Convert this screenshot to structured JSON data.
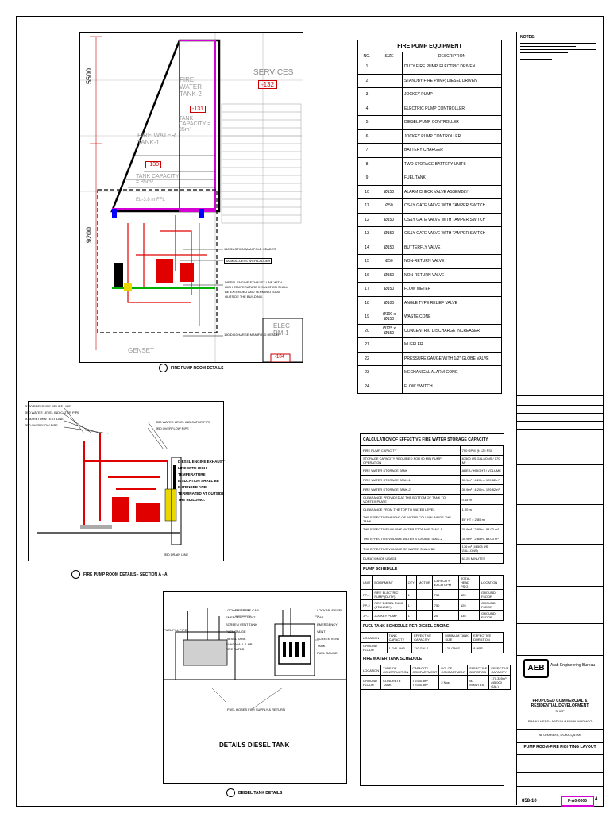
{
  "fire_pump_equipment": {
    "title": "FIRE PUMP EQUIPMENT",
    "headers": [
      "NO.",
      "SIZE",
      "DESCRIPTION"
    ],
    "rows": [
      [
        "1",
        "",
        "DUTY FIRE PUMP, ELECTRIC DRIVEN"
      ],
      [
        "2",
        "",
        "STANDBY FIRE PUMP, DIESEL DRIVEN"
      ],
      [
        "3",
        "",
        "JOCKEY PUMP"
      ],
      [
        "4",
        "",
        "ELECTRIC PUMP CONTROLLER"
      ],
      [
        "5",
        "",
        "DIESEL PUMP CONTROLLER"
      ],
      [
        "6",
        "",
        "JOCKEY PUMP CONTROLLER"
      ],
      [
        "7",
        "",
        "BATTERY CHARGER"
      ],
      [
        "8",
        "",
        "TWO STORAGE BATTERY UNITS"
      ],
      [
        "9",
        "",
        "FUEL TANK"
      ],
      [
        "10",
        "Ø150",
        "ALARM CHECK VALVE ASSEMBLY"
      ],
      [
        "11",
        "Ø50",
        "OS&Y GATE VALVE WITH TAMPER SWITCH"
      ],
      [
        "12",
        "Ø150",
        "OS&Y GATE VALVE WITH TAMPER SWITCH"
      ],
      [
        "13",
        "Ø150",
        "OS&Y GATE VALVE WITH TAMPER SWITCH"
      ],
      [
        "14",
        "Ø150",
        "BUTTERFLY VALVE"
      ],
      [
        "15",
        "Ø50",
        "NON-RETURN VALVE"
      ],
      [
        "16",
        "Ø150",
        "NON-RETURN VALVE"
      ],
      [
        "17",
        "Ø150",
        "FLOW METER"
      ],
      [
        "18",
        "Ø100",
        "ANGLE TYPE RELIEF VALVE"
      ],
      [
        "19",
        "Ø100 x Ø150",
        "WASTE CONE"
      ],
      [
        "20",
        "Ø125 x Ø150",
        "CONCENTRIC DISCHARGE INCREASER"
      ],
      [
        "21",
        "",
        "MUFFLER"
      ],
      [
        "22",
        "",
        "PRESSURE GAUGE WITH 1/2\" GLOBE VALVE"
      ],
      [
        "23",
        "",
        "MECHANICAL ALARM GONG"
      ],
      [
        "24",
        "",
        "FLOW SWITCH"
      ]
    ]
  },
  "plan": {
    "dim_top": "5500",
    "dim_mid": "9200",
    "services": "SERVICES",
    "services_tag": "-132",
    "tank2": "FIRE WATER TANK-2",
    "tank2_tag": "-131",
    "tank2_cap": "TANK CAPACITY = 85m³",
    "tank1": "FIRE WATER TANK-1",
    "tank1_tag": "-130",
    "tank1_cap": "TANK CAPACITY = 85m³",
    "tank1_el": "EL-3.8 m FFL",
    "elec": "ELEC RM-1",
    "elec_tag": "-104",
    "genset": "GENSET",
    "note_manifold": "150 SUCTION MANIFOLD HEADER",
    "note_ladder": "TANK ACCESS WITH LADDER",
    "note_exhaust": "DIESEL ENGINE EXHAUST LINE WITH HIGH TEMPERATURE INSULATION SHALL BE EXTENDED AND TERMINATED AT OUTSIDE THE BUILDING.",
    "note_discharge": "150 DISCHARGE MANIFOLD HEADER",
    "caption": "FIRE PUMP ROOM DETAILS"
  },
  "section": {
    "labels": [
      "Ø150 PRESSURE RELIEF LINE",
      "Ø50 WATER LEVEL INDICATOR PIPE",
      "Ø150 RETURN TEST LINE",
      "Ø50 OVERFLOW PIPE"
    ],
    "labels_right": [
      "Ø50 WATER LEVEL INDICATOR PIPE",
      "Ø50 OVERFLOW PIPE"
    ],
    "note": "DIESEL ENGINE EXHAUST LINE WITH HIGH TEMPERATURE INSULATION SHALL BE EXTENDED AND TERMINATED AT OUTSIDE THE BUILDING.",
    "drain": "Ø50 DRAIN LINE",
    "caption": "FIRE PUMP ROOM DETAILS - SECTION A - A"
  },
  "diesel_tank": {
    "labels_left": [
      "FUEL FILL PIPE",
      "FUEL HOSES FOR SUPPLY & RETURN"
    ],
    "labels_right": [
      "LOCKABLE FUEL CAP",
      "EMERGENCY VENT",
      "SCREEN VENT TANK",
      "FUEL GAUGE",
      "DIESEL TANK",
      "BUND WALL 2-HR FIRE RATED"
    ],
    "title": "DETAILS DIESEL TANK",
    "caption": "DEISEL TANK DETAILS"
  },
  "calc": {
    "title": "CALCULATION OF EFFECTIVE FIRE WATER STORAGE CAPACITY",
    "rows": [
      [
        "FIRE PUMP CAPACITY",
        "750 GPM @ 125 PSI"
      ],
      [
        "STORAGE CAPACITY REQUIRED FOR 90 MIN PUMP OPERATION",
        "67500 US GALLONS / 170 M³"
      ],
      [
        "FIRE WATER STORAGE TANK",
        "AREA / HEIGHT / VOLUME"
      ],
      [
        "FIRE WATER STORAGE TANK-1",
        "30.9m² / 4.20m / 129.82m³"
      ],
      [
        "FIRE WATER STORAGE TANK-2",
        "30.9m² / 4.20m / 129.82m³"
      ],
      [
        "CLEARANCE PROVIDED AT THE BOTTOM OF TANK TO VORTEX PLATE",
        "0.15 m"
      ],
      [
        "CLEARANCE FROM THE TOP TO WATER LEVEL",
        "1.20 m"
      ],
      [
        "THE EFFECTIVE HEIGHT OF WATER COLUMN INSIDE THE TANK",
        "EF HT = 2.85 m"
      ],
      [
        "THE EFFECTIVE VOLUME WATER STORAGE TANK-1",
        "30.9m² / 2.85m / 88.03 m³"
      ],
      [
        "THE EFFECTIVE VOLUME WATER STORAGE TANK-2",
        "30.9m² / 2.85m / 88.03 m³"
      ],
      [
        "THE EFFECTIVE VOLUME OF WATER SHALL BE",
        "176 m³ (46508 US GALLONS)"
      ],
      [
        "DURATION OF USAGE",
        "61.25 MINUTES"
      ]
    ],
    "pump_title": "PUMP SCHEDULE",
    "pump_headers": [
      "UNIT",
      "EQUIPMENT",
      "QTY",
      "MOTOR",
      "CAPACITY EACH GPM",
      "TOTAL HEAD PSIG",
      "LOCATION"
    ],
    "pump_rows": [
      [
        "FP-1",
        "FIRE ELECTRIC PUMP (DUTY)",
        "1",
        "750",
        "125",
        "GROUND FLOOR"
      ],
      [
        "FP-2",
        "FIRE DIESEL PUMP (STANDBY)",
        "1",
        "750",
        "125",
        "GROUND FLOOR"
      ],
      [
        "JP-1",
        "JOCKEY PUMP",
        "1",
        "20",
        "135",
        "GROUND FLOOR"
      ]
    ],
    "fuel_title": "FUEL TANK SCHEDULE PER DIESEL ENGINE",
    "fuel_headers": [
      "LOCATION",
      "TANK CAPACITY",
      "EFFECTIVE CAPACITY",
      "MINIMUM TANK SIZE",
      "EFFECTIVE DURATION"
    ],
    "fuel_row": [
      "GROUND FLOOR",
      "1 GAL / HP",
      "110 GALS",
      "120 GALS",
      "8 HRS"
    ],
    "water_title": "FIRE WATER TANK SCHEDULE",
    "water_headers": [
      "LOCATION",
      "TYPE OF CONSTRUCTION",
      "CAPACITY COMPARTMENT",
      "NO. OF COMPARTMENT",
      "EFFECTIVE DURATION",
      "EFFECTIVE CAPACITY"
    ],
    "water_row": [
      "GROUND FLOOR",
      "CONCRETE TANK",
      "T1=85.9m³ T2=85.9m³",
      "2 Nos.",
      "60 MINUTES",
      "170.325m³ (45,000 GAL)"
    ]
  },
  "title_block": {
    "notes_title": "NOTES:",
    "company": "Arab Engineering Bureau",
    "project": "PROPOSED COMMERCIAL & RESIDENTIAL DEVELOPMENT",
    "project_sub": "SHOP",
    "owner": "SHAIKA HESSA ABDULLA & M AL MADHGO",
    "location": "AL GHARAFA, DOHA-QATAR",
    "drawing_title": "PUMP ROOM-FIRE FIGHTING LAYOUT",
    "job_no": "858-10",
    "drawing_no": "F-A0-0005",
    "rev": "4"
  },
  "colors": {
    "magenta": "#d400d4",
    "red": "#e00000",
    "green": "#00b000",
    "blue": "#0000ff",
    "yellow": "#e8d800"
  }
}
